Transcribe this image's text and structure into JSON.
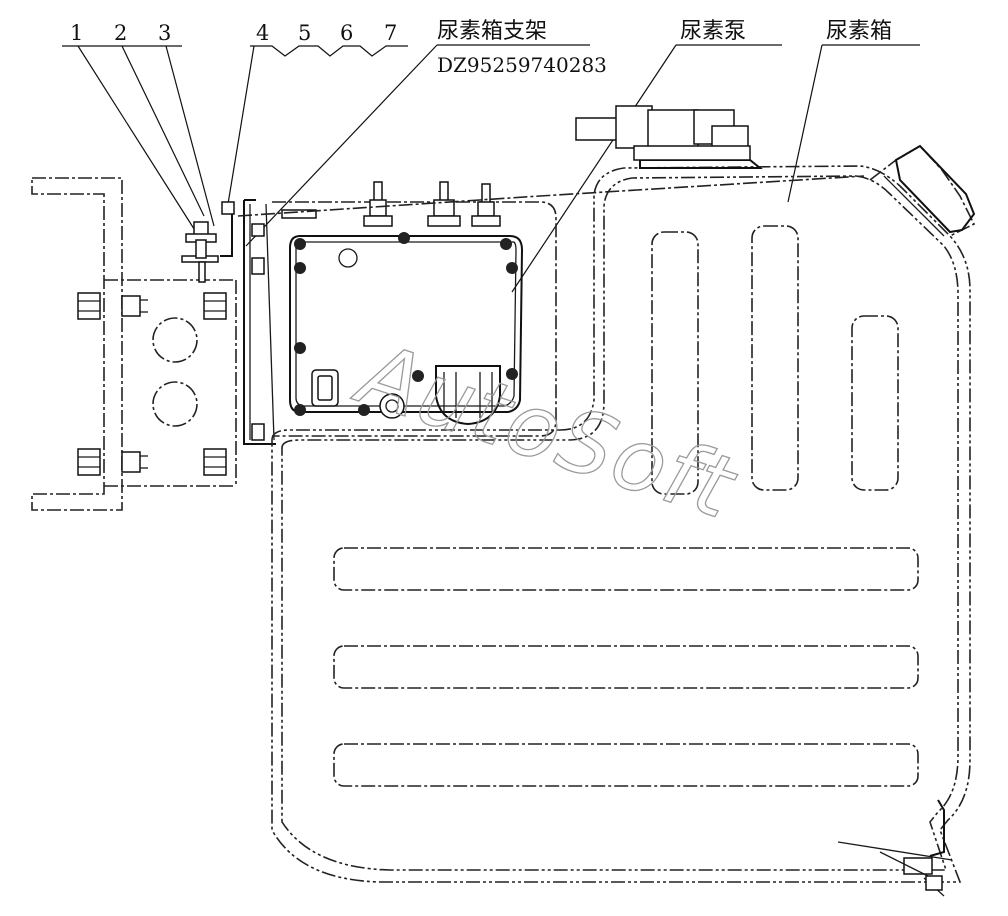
{
  "callouts": {
    "numbers": [
      "1",
      "2",
      "3",
      "4",
      "5",
      "6",
      "7"
    ],
    "bracket_label": "尿素箱支架",
    "bracket_part_no": "DZ95259740283",
    "pump_label": "尿素泵",
    "tank_label": "尿素箱"
  },
  "watermark": "AutoSoft"
}
